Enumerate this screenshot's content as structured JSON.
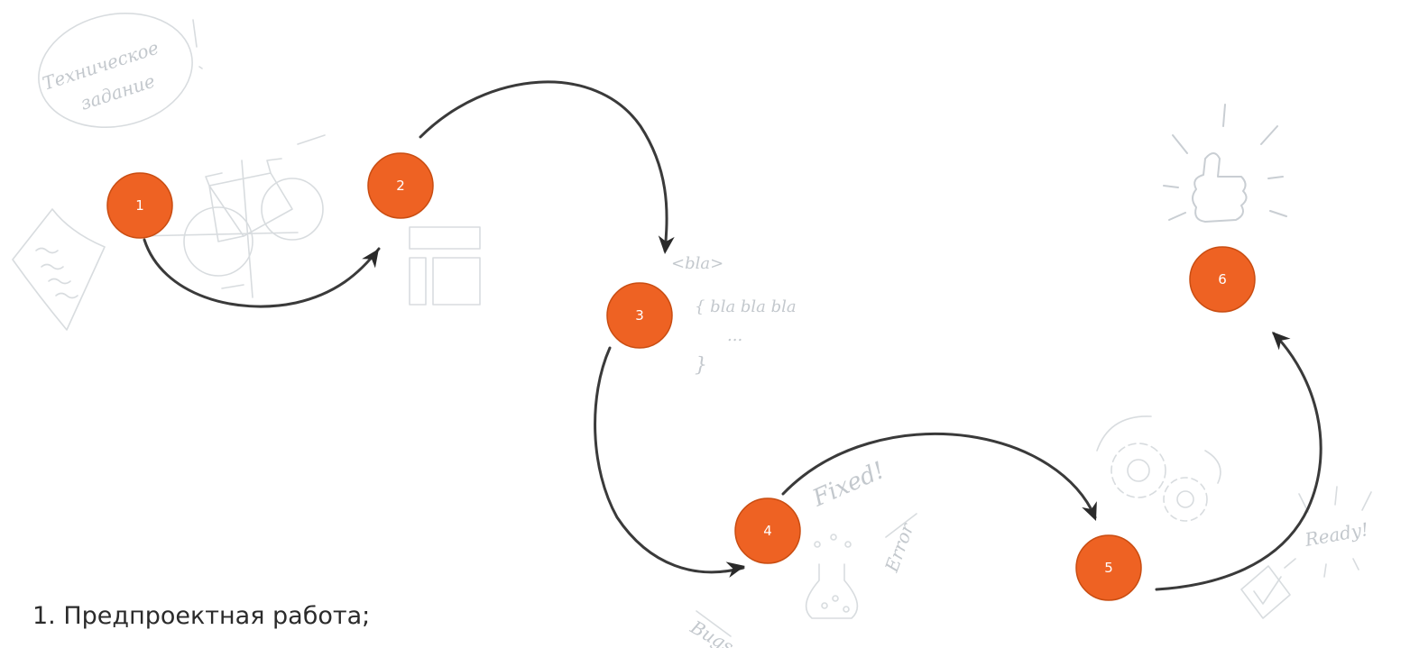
{
  "nodes": [
    {
      "id": "1",
      "label": "1"
    },
    {
      "id": "2",
      "label": "2"
    },
    {
      "id": "3",
      "label": "3"
    },
    {
      "id": "4",
      "label": "4"
    },
    {
      "id": "5",
      "label": "5"
    },
    {
      "id": "6",
      "label": "6"
    }
  ],
  "sketch_text": {
    "stamp_line1": "Техническое",
    "stamp_line2": "задание",
    "code_tag": "<bla>",
    "code_body": "{ bla bla bla",
    "code_dots": "...",
    "code_close": "}",
    "fixed": "Fixed!",
    "error": "Error",
    "bugs": "Bugs",
    "ready": "Ready!"
  },
  "caption": "1.  Предпроектная работа;",
  "colors": {
    "node_fill": "#ee6223",
    "connector": "#3a3a3a",
    "sketch": "#c9ced3"
  }
}
